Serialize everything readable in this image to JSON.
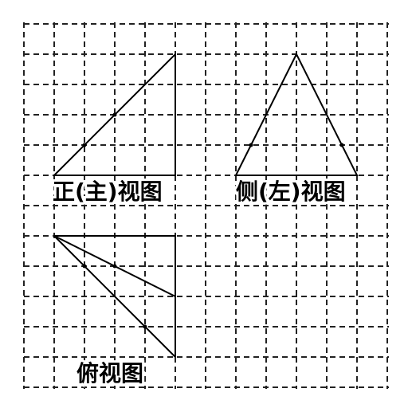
{
  "labels": {
    "front_view": "正(主)视图",
    "side_view": "侧(左)视图",
    "top_view": "俯视图"
  },
  "colors": {
    "background": "#ffffff",
    "lines": "#000000",
    "grid": "#222222"
  }
}
